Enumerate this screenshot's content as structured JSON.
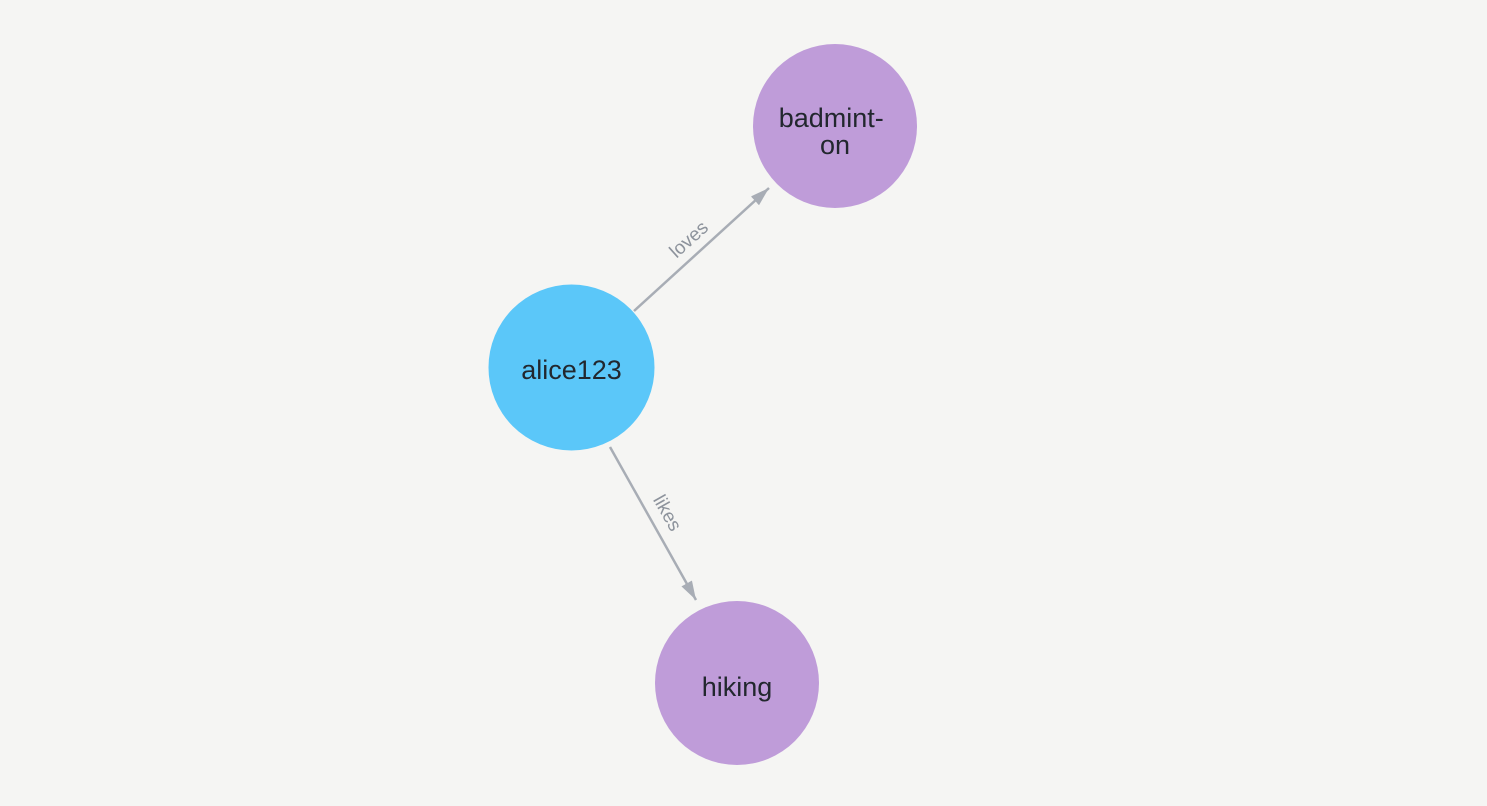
{
  "canvas": {
    "background_color": "#f5f5f3"
  },
  "graph": {
    "nodes": [
      {
        "id": "alice123",
        "caption": "alice123",
        "caption_lines": [
          "alice123"
        ],
        "fill_color": "#5bc7f9",
        "text_color": "#22272e"
      },
      {
        "id": "badminton",
        "caption": "badminton",
        "caption_lines": [
          "badmint-",
          "on"
        ],
        "fill_color": "#bf9cd9",
        "text_color": "#22272e"
      },
      {
        "id": "hiking",
        "caption": "hiking",
        "caption_lines": [
          "hiking"
        ],
        "fill_color": "#bf9cd9",
        "text_color": "#22272e"
      }
    ],
    "edges": [
      {
        "label": "loves",
        "source": "alice123",
        "target": "badminton",
        "line_color": "#a8adb5",
        "label_color": "#8d939c"
      },
      {
        "label": "likes",
        "source": "alice123",
        "target": "hiking",
        "line_color": "#a8adb5",
        "label_color": "#8d939c"
      }
    ]
  }
}
